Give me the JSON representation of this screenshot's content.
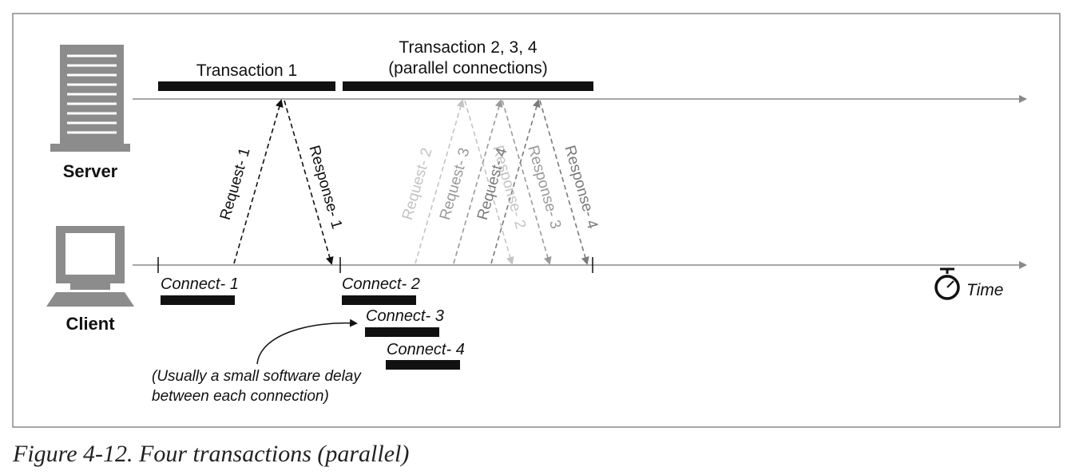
{
  "actors": {
    "server": "Server",
    "client": "Client"
  },
  "transactions": {
    "t1": "Transaction 1",
    "t234_line1": "Transaction 2, 3,  4",
    "t234_line2": "(parallel connections)"
  },
  "messages": {
    "request_1": "Request- 1",
    "response_1": "Response- 1",
    "request_2": "Request- 2",
    "request_3": "Request- 3",
    "request_4": "Request- 4",
    "response_2": "Response- 2",
    "response_3": "Response- 3",
    "response_4": "Response- 4"
  },
  "connections": {
    "c1": "Connect- 1",
    "c2": "Connect- 2",
    "c3": "Connect- 3",
    "c4": "Connect- 4"
  },
  "time_label": "Time",
  "annotation": {
    "line1": "(Usually a small software delay",
    "line2": "between each connection)"
  },
  "caption": "Figure 4-12. Four transactions (parallel)",
  "colors": {
    "black": "#111111",
    "axis": "#8a8a8a",
    "dark_gray": "#7a7a7a",
    "mid_gray": "#9a9a9a",
    "light_gray": "#c4c4c4",
    "icon_gray": "#8c8c8c"
  }
}
